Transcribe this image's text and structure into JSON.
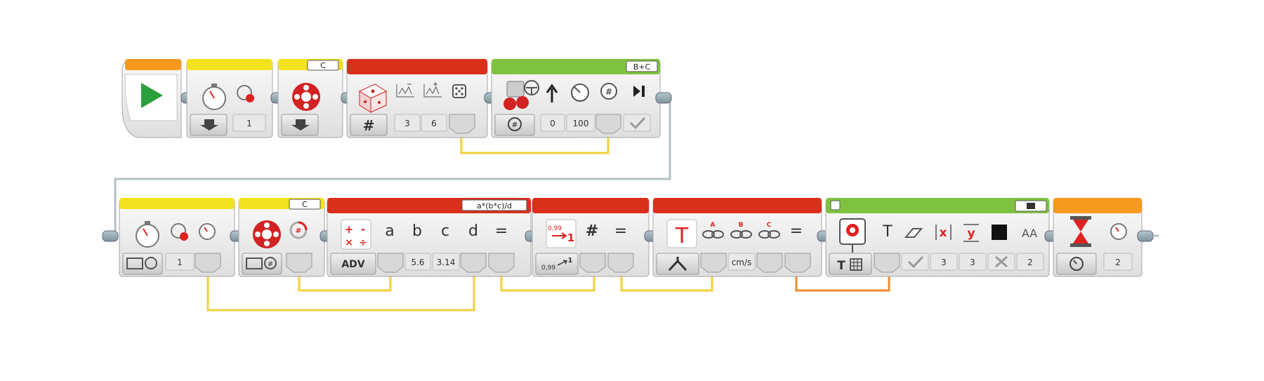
{
  "row1": {
    "start": {
      "header": "#f59a1f"
    },
    "timer_reset": {
      "header": "#f2e21f",
      "value": "1"
    },
    "motor_reset": {
      "header": "#f2e21f",
      "port": "C"
    },
    "random": {
      "header": "#d9301c",
      "lower": "3",
      "upper": "6"
    },
    "move_steering": {
      "header": "#7fc241",
      "ports": "B+C",
      "steering": "0",
      "power": "100"
    }
  },
  "row2": {
    "timer_wait": {
      "header": "#f2e21f",
      "value": "1"
    },
    "motor_rotation": {
      "header": "#f2e21f",
      "port": "C"
    },
    "math_advanced": {
      "header": "#d9301c",
      "equation": "a*(b*c)/d",
      "mode": "ADV",
      "labels": [
        "a",
        "b",
        "c",
        "d",
        "="
      ],
      "b": "5.6",
      "c": "3.14"
    },
    "round": {
      "header": "#d9301c",
      "labels": [
        "#",
        "="
      ]
    },
    "text": {
      "header": "#d9301c",
      "labels": [
        "A",
        "B",
        "C"
      ],
      "b_value": "cm/s"
    },
    "display": {
      "header": "#7fc241",
      "x_value": "3",
      "y_value": "3",
      "font_value": "2"
    },
    "wait_time": {
      "header": "#f59a1f",
      "value": "2"
    }
  },
  "icons": {
    "start": "play-icon",
    "timer": "stopwatch-icon",
    "motor": "motor-icon",
    "random": "dice-icon",
    "math": "calculator-icon",
    "round": "round-icon",
    "text": "text-icon",
    "display": "display-icon",
    "wait": "hourglass-icon"
  },
  "colors": {
    "wire": "#f5cf3a",
    "wire_text": "#f08a2a"
  }
}
